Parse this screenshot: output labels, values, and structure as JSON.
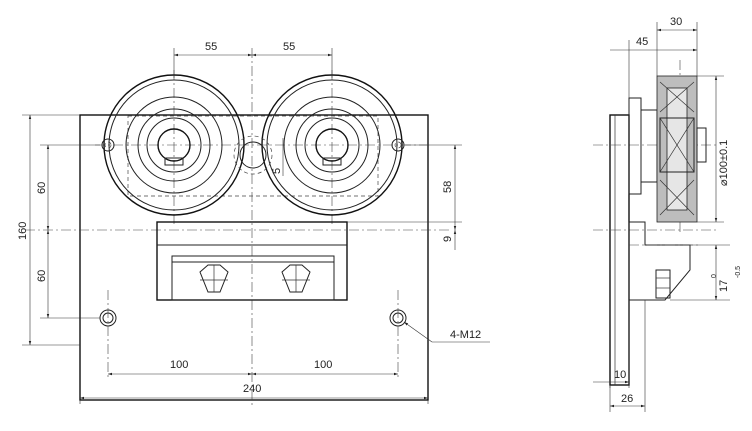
{
  "dimensions": {
    "top_left": "55",
    "top_right": "55",
    "height_total": "160",
    "upper_60": "60",
    "lower_60": "60",
    "right_58": "58",
    "right_9": "9",
    "small_5": "5",
    "bottom_left_100": "100",
    "bottom_right_100": "100",
    "width_240": "240",
    "hole_note": "4-M12",
    "side_30": "30",
    "side_45": "45",
    "wheel_diameter": "⌀100±0.1",
    "side_17": "17",
    "side_17_tol_upper": "0",
    "side_17_tol_lower": "-0.5",
    "side_10": "10",
    "side_26": "26"
  }
}
